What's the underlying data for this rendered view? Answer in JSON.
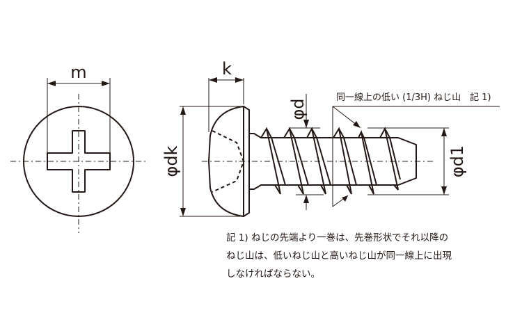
{
  "labels": {
    "m": "m",
    "k": "k",
    "dk": "φdk",
    "d": "φd",
    "d1": "φd1"
  },
  "callout": "同一線上の低い (1/3H) ねじ山　記 1)",
  "note_lines": [
    "記 1) ねじの先端より一巻は、先巻形状でそれ以降の",
    "ねじ山は、低いねじ山と高いねじ山が同一線上に出現",
    "しなければならない。"
  ],
  "colors": {
    "ink": "#231815"
  }
}
